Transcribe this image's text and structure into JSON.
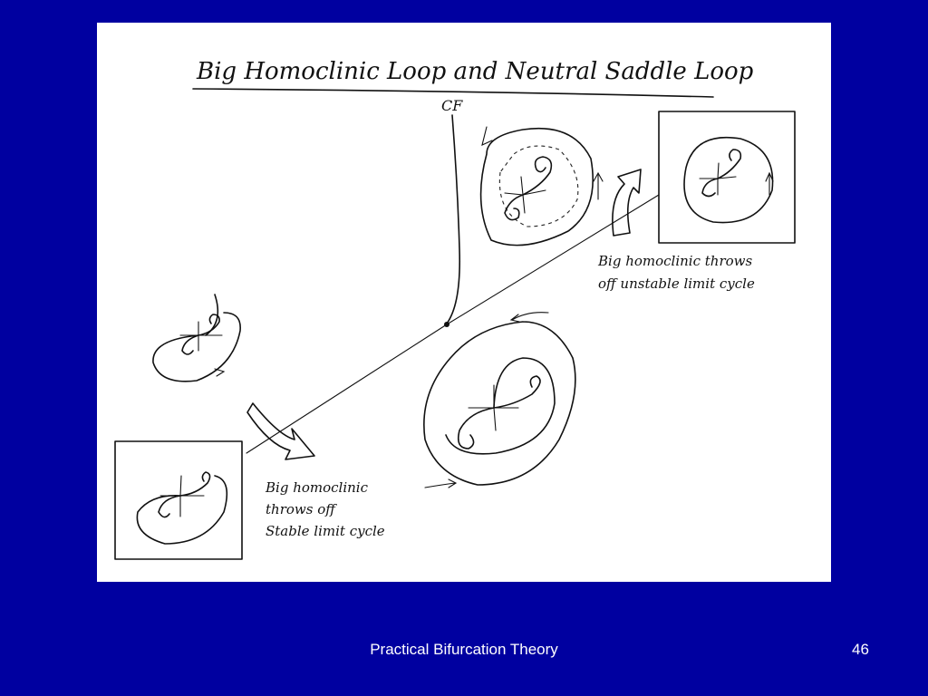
{
  "sketch": {
    "title": "Big Homoclinic Loop and Neutral Saddle Loop",
    "cf_label": "CF",
    "upper_caption": [
      "Big homoclinic throws",
      "off unstable limit cycle"
    ],
    "lower_caption": [
      "Big homoclinic",
      "throws off",
      "Stable limit cycle"
    ]
  },
  "footer": {
    "title": "Practical Bifurcation Theory",
    "page_number": "46"
  },
  "colors": {
    "background": "#0000a0",
    "panel": "#ffffff",
    "ink": "#111111",
    "footer_text": "#ffffff"
  }
}
